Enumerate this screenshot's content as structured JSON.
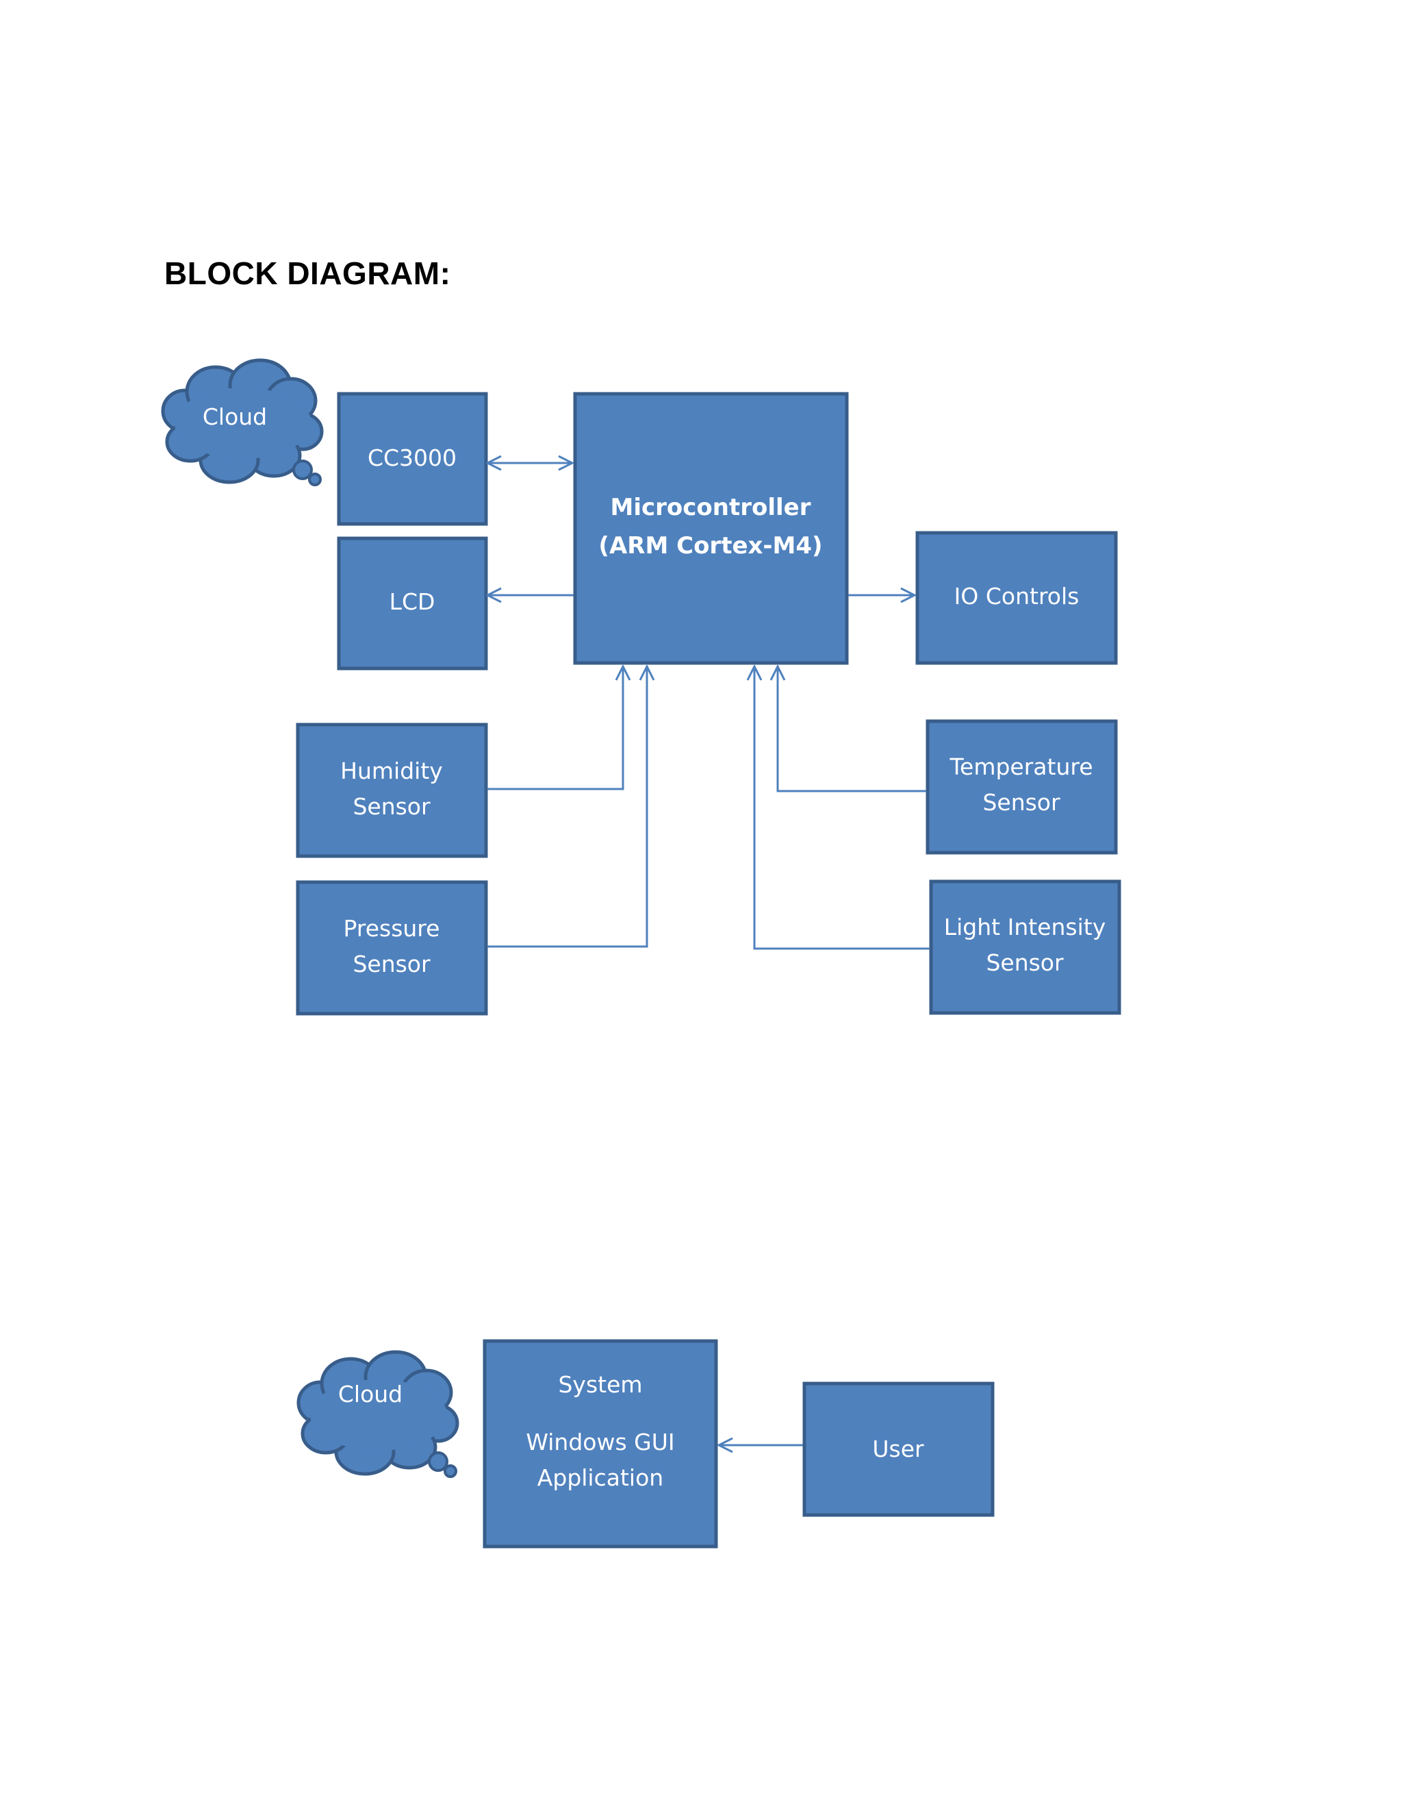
{
  "heading": "BLOCK DIAGRAM:",
  "colors": {
    "box_fill": "#4f81bd",
    "box_border": "#385d8a",
    "arrow": "#4f81bd"
  },
  "diagram1": {
    "cloud": "Cloud",
    "cc3000": "CC3000",
    "lcd": "LCD",
    "mcu": [
      "Microcontroller",
      "(ARM Cortex-M4)"
    ],
    "io": "IO Controls",
    "humidity": [
      "Humidity",
      "Sensor"
    ],
    "pressure": [
      "Pressure",
      "Sensor"
    ],
    "temperature": [
      "Temperature",
      "Sensor"
    ],
    "light": [
      "Light Intensity",
      "Sensor"
    ]
  },
  "diagram2": {
    "cloud": "Cloud",
    "system": [
      "System",
      "Windows GUI",
      "Application"
    ],
    "user": "User"
  }
}
